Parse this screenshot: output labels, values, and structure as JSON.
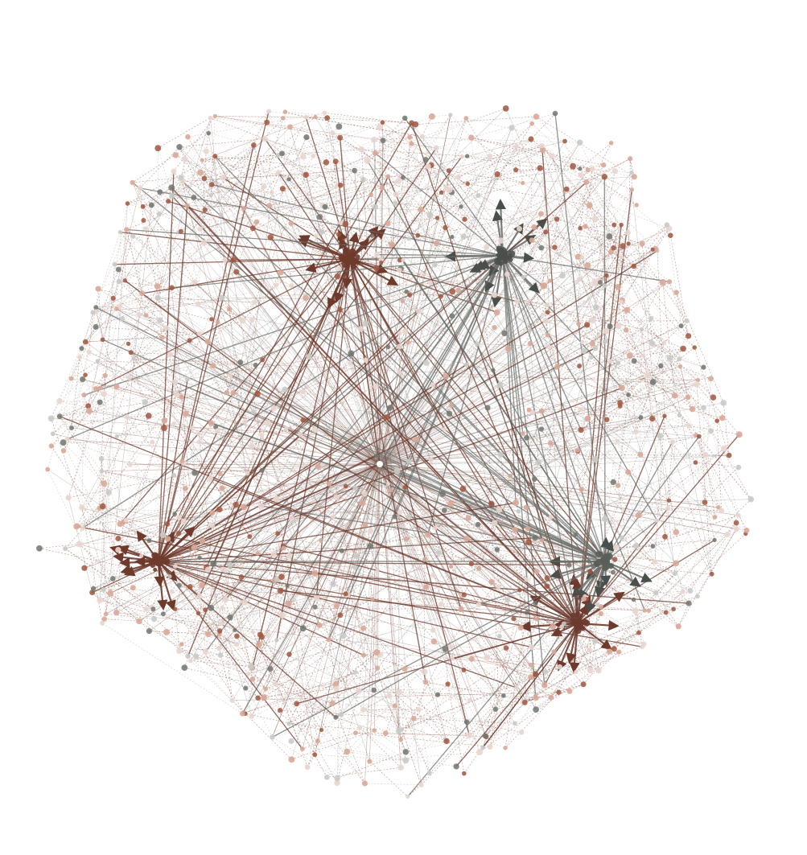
{
  "diagram": {
    "kind": "network-graph",
    "edge_style": "directed",
    "arrowheads": true,
    "node_count_estimate": 1600,
    "clusters": [
      {
        "id": "center-hub",
        "role": "central hub",
        "color": "#ffffff"
      },
      {
        "id": "hub-upper-mid",
        "role": "hub",
        "color": "#6e3a2c"
      },
      {
        "id": "hub-upper-right",
        "role": "hub",
        "color": "#4a4f4b"
      },
      {
        "id": "hub-lower-right",
        "role": "hub",
        "color": "#6a3a30"
      },
      {
        "id": "hub-lower-right-gray",
        "role": "hub",
        "color": "#5a5e5a"
      },
      {
        "id": "hub-left",
        "role": "hub",
        "color": "#6e3a2c"
      }
    ],
    "palette": {
      "node_brown": "#a0573f",
      "node_light_brown": "#d9a898",
      "node_pale": "#e9d6cf",
      "node_gray": "#707570",
      "node_light_gray": "#c8cbc6",
      "edge_brown": "#8a5040",
      "edge_gray": "#6c706b",
      "edge_light": "#b8a9a3",
      "spoke_gray": "#9a9a9a"
    }
  }
}
